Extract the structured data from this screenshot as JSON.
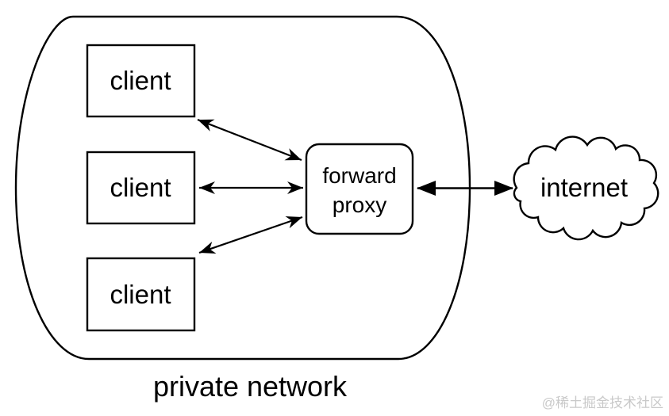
{
  "diagram": {
    "type": "network-topology",
    "network_label": "private network",
    "clients": [
      {
        "id": "client-1",
        "label": "client"
      },
      {
        "id": "client-2",
        "label": "client"
      },
      {
        "id": "client-3",
        "label": "client"
      }
    ],
    "proxy": {
      "id": "forward-proxy",
      "label": "forward proxy",
      "line1": "forward",
      "line2": "proxy"
    },
    "internet": {
      "id": "internet",
      "label": "internet",
      "shape": "cloud"
    },
    "edges": [
      {
        "from": "client-1",
        "to": "forward-proxy",
        "direction": "bidirectional",
        "arrowheads": "chevron"
      },
      {
        "from": "client-2",
        "to": "forward-proxy",
        "direction": "bidirectional",
        "arrowheads": "chevron"
      },
      {
        "from": "client-3",
        "to": "forward-proxy",
        "direction": "bidirectional",
        "arrowheads": "chevron"
      },
      {
        "from": "forward-proxy",
        "to": "internet",
        "direction": "bidirectional",
        "arrowheads": "solid-triangle"
      }
    ],
    "colors": {
      "line": "#000000",
      "fill": "#ffffff",
      "background": "#ffffff"
    }
  },
  "watermark": {
    "text": "@稀土掘金技术社区",
    "color": "#c9c9c9"
  }
}
